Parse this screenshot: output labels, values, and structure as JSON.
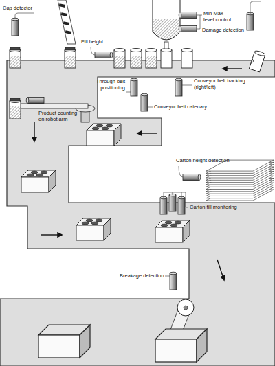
{
  "diagram": {
    "labels": [
      "Cap detector",
      "Fill height",
      "Min-Max level control",
      "Damage detection",
      "Through belt positioning",
      "Conveyor belt tracking (right/left)",
      "Conveyor belt catenary",
      "Product counting on robot arm",
      "Carton height detection",
      "Carton fill monitoring",
      "Breakage detection"
    ]
  }
}
